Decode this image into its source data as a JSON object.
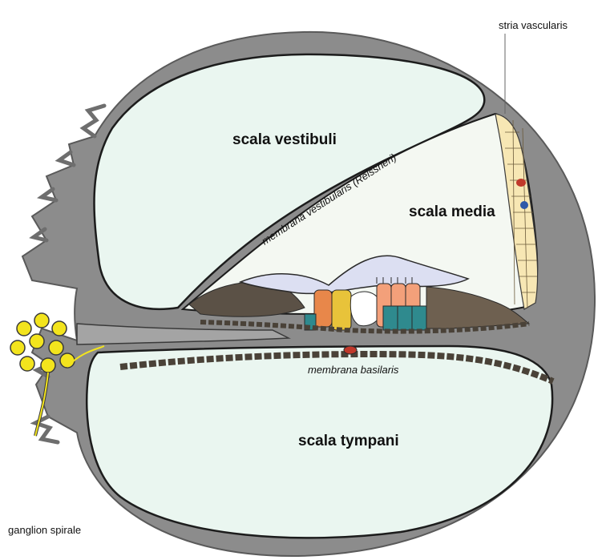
{
  "labels": {
    "stria_vascularis": "stria vascularis",
    "scala_vestibuli": "scala vestibuli",
    "membrana_vestibularis": "membrana vestibularis (Reissneri)",
    "scala_media": "scala media",
    "membrana_basilaris": "membrana basilaris",
    "scala_tympani": "scala tympani",
    "ganglion_spirale": "ganglion spirale"
  },
  "colors": {
    "bone_wall": "#8c8c8c",
    "bone_wall_dark": "#6e6e6e",
    "scala_fill": "#eaf6f0",
    "membrane_outline": "#1c1c1c",
    "tectorial_membrane": "#dcdff2",
    "stria_cells": "#f7e7b4",
    "ganglion_cells": "#f3e41d",
    "hair_cell_orange": "#e8874a",
    "support_cell_teal": "#2f8a8e",
    "support_cell_yellow": "#e8c33a",
    "basilar_cells": "#7a6a55",
    "vessel_red": "#c0392b",
    "vessel_blue": "#2f58a8"
  }
}
